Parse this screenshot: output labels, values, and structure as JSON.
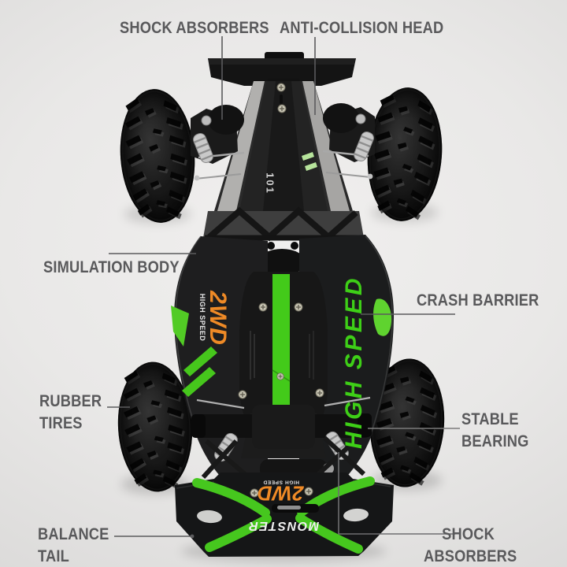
{
  "scene": {
    "background_color": "#e9e8e7",
    "label_color": "#59595b",
    "accent_green": "#43c91c",
    "accent_orange": "#ef8a26"
  },
  "callouts": {
    "shock_absorbers_front": {
      "label": "SHOCK ABSORBERS"
    },
    "anti_collision_head": {
      "label": "ANTI-COLLISION HEAD"
    },
    "simulation_body": {
      "label": "SIMULATION BODY"
    },
    "crash_barrier": {
      "label": "CRASH BARRIER"
    },
    "rubber_tires": {
      "label": "RUBBER TIRES"
    },
    "stable_bearing": {
      "label": "STABLE BEARING"
    },
    "balance_tail": {
      "label": "BALANCE TAIL"
    },
    "shock_absorbers_rear": {
      "label": "SHOCK ABSORBERS"
    }
  },
  "decals": {
    "left_panel_primary": "2WD",
    "left_panel_secondary": "HIGH SPEED",
    "right_panel_primary": "HIGH SPEED",
    "nose_marking": "101",
    "tail_primary": "2WD",
    "tail_secondary": "HIGH SPEED",
    "tail_brand": "MONSTER"
  }
}
